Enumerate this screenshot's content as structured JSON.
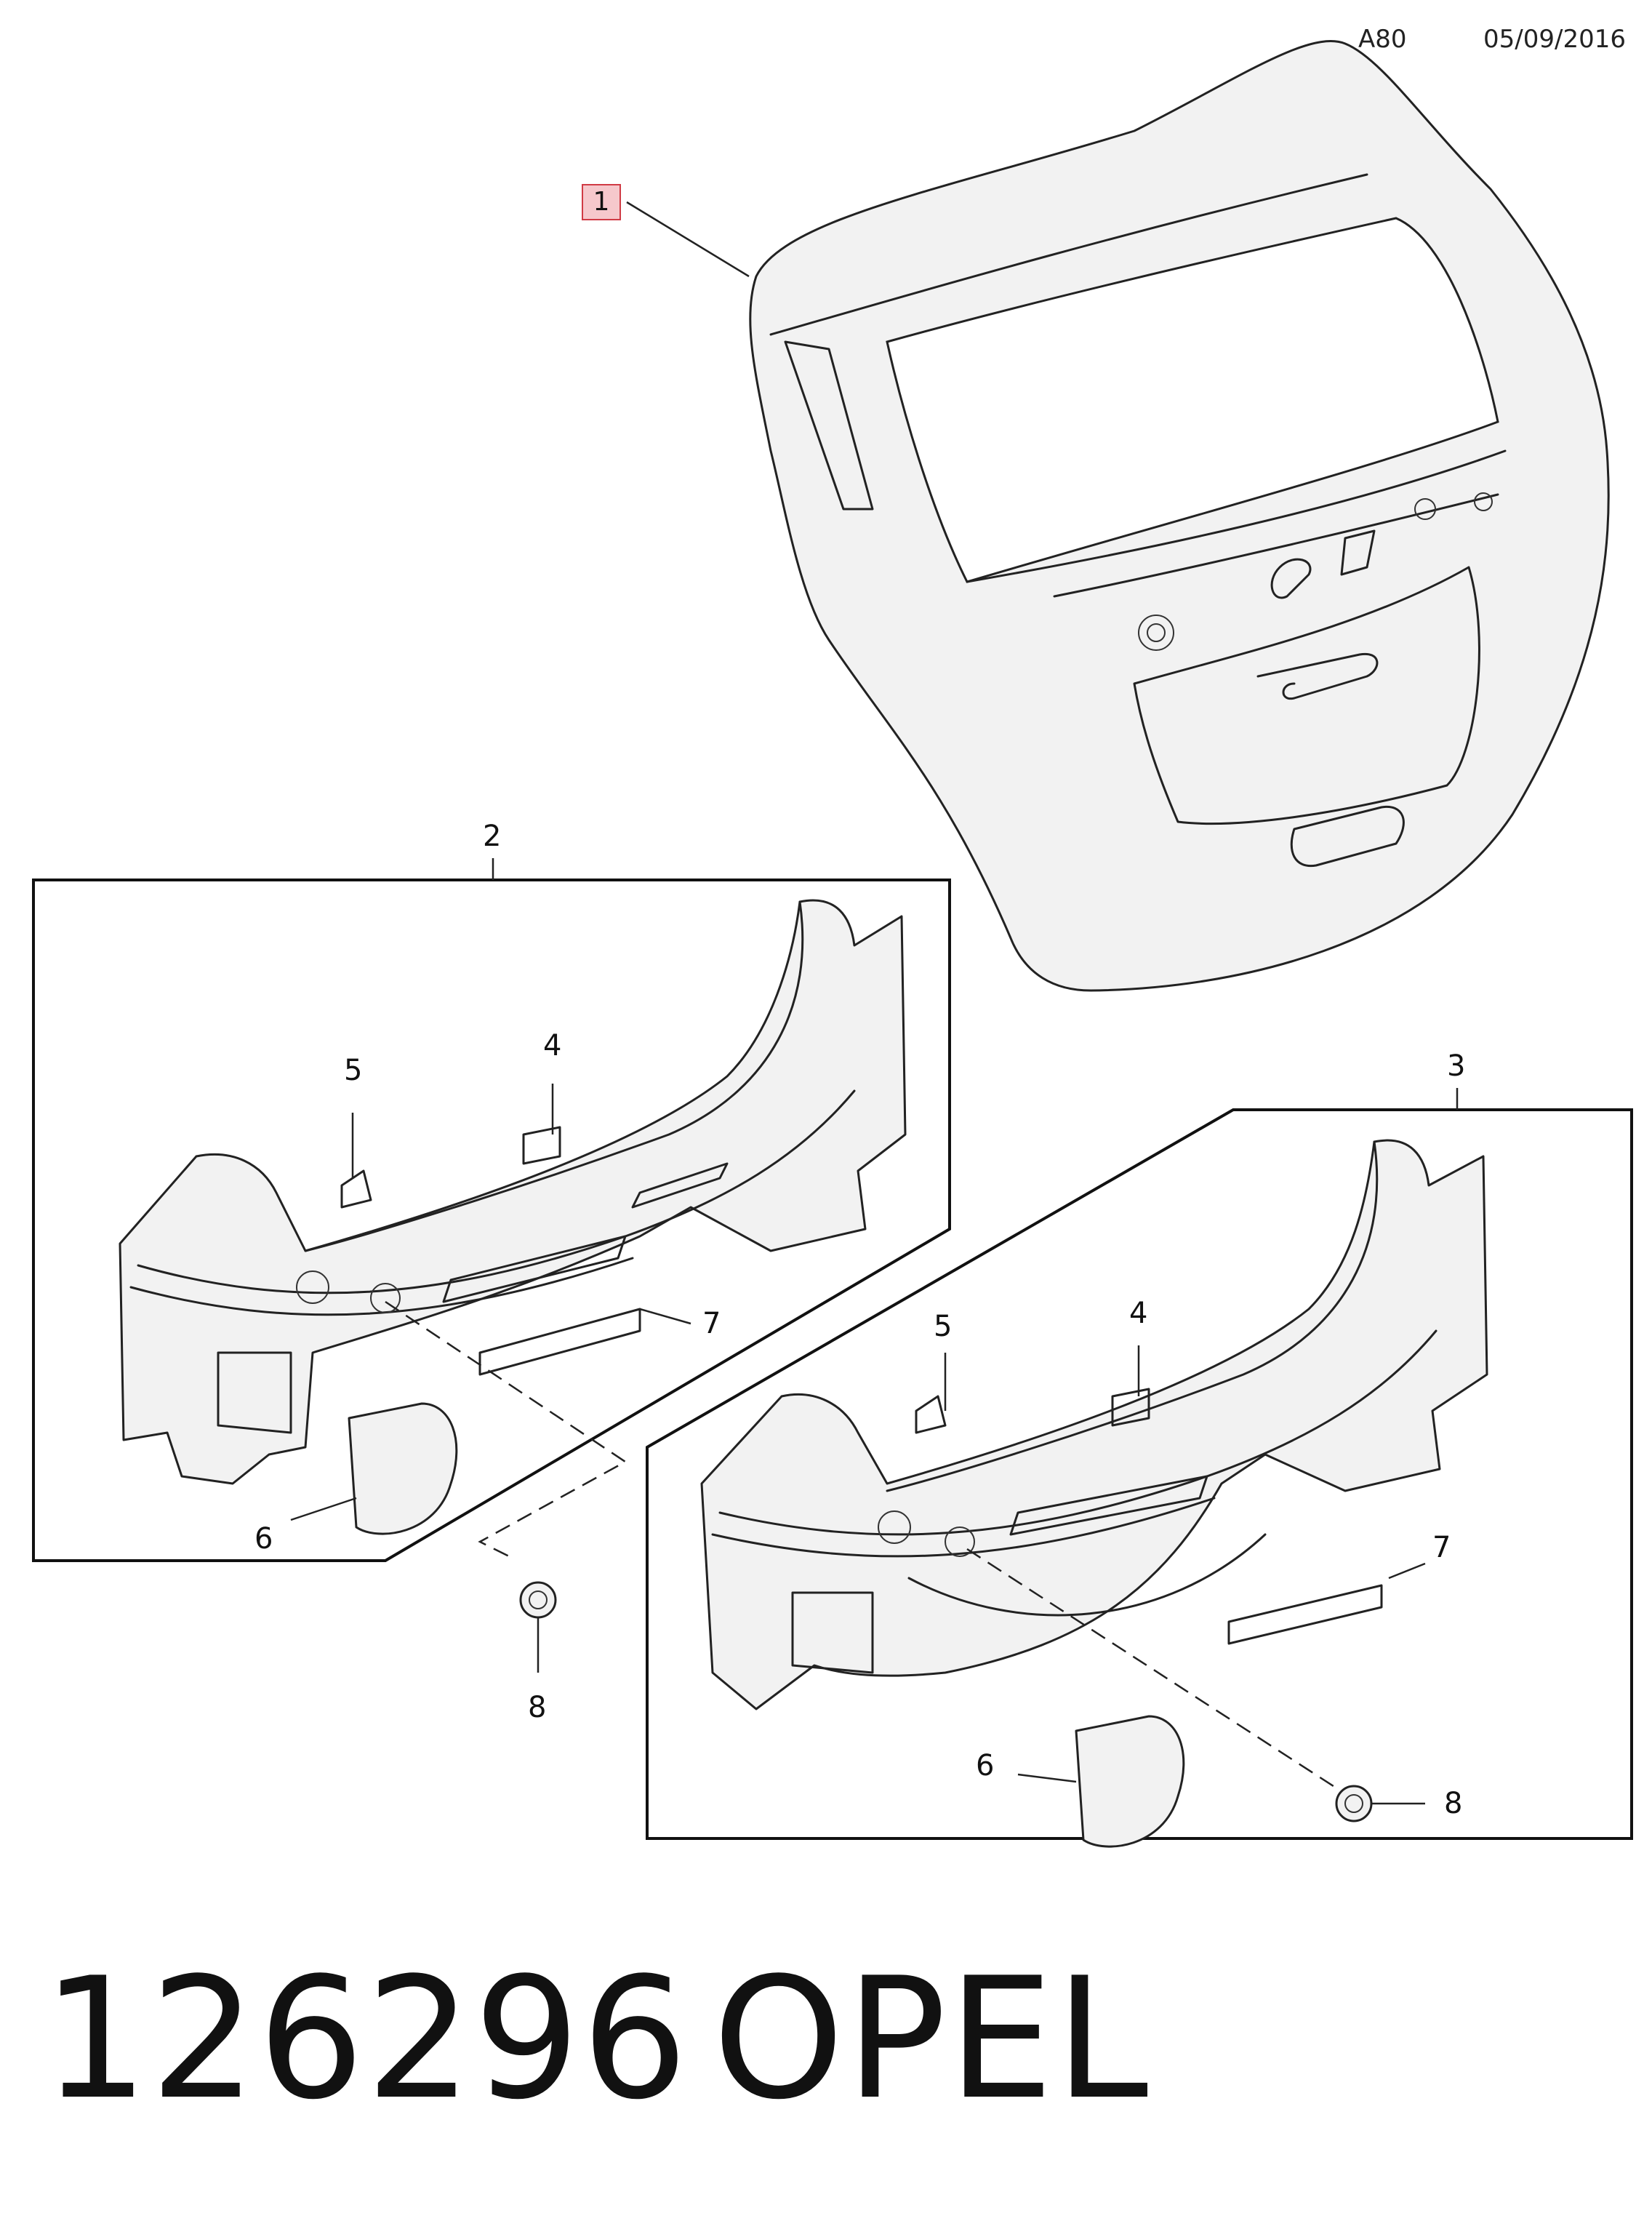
{
  "header": {
    "page_code": "A80",
    "date": "05/09/2016"
  },
  "callouts": {
    "c1": "1",
    "c2": "2",
    "c3": "3",
    "g2_c4": "4",
    "g2_c5": "5",
    "g2_c6": "6",
    "g2_c7": "7",
    "c8_left": "8",
    "g3_c4": "4",
    "g3_c5": "5",
    "g3_c6": "6",
    "g3_c7": "7",
    "c8_right": "8"
  },
  "footer": {
    "part_number": "126296",
    "brand": "OPEL"
  },
  "highlight_color": "#f6c8cc"
}
